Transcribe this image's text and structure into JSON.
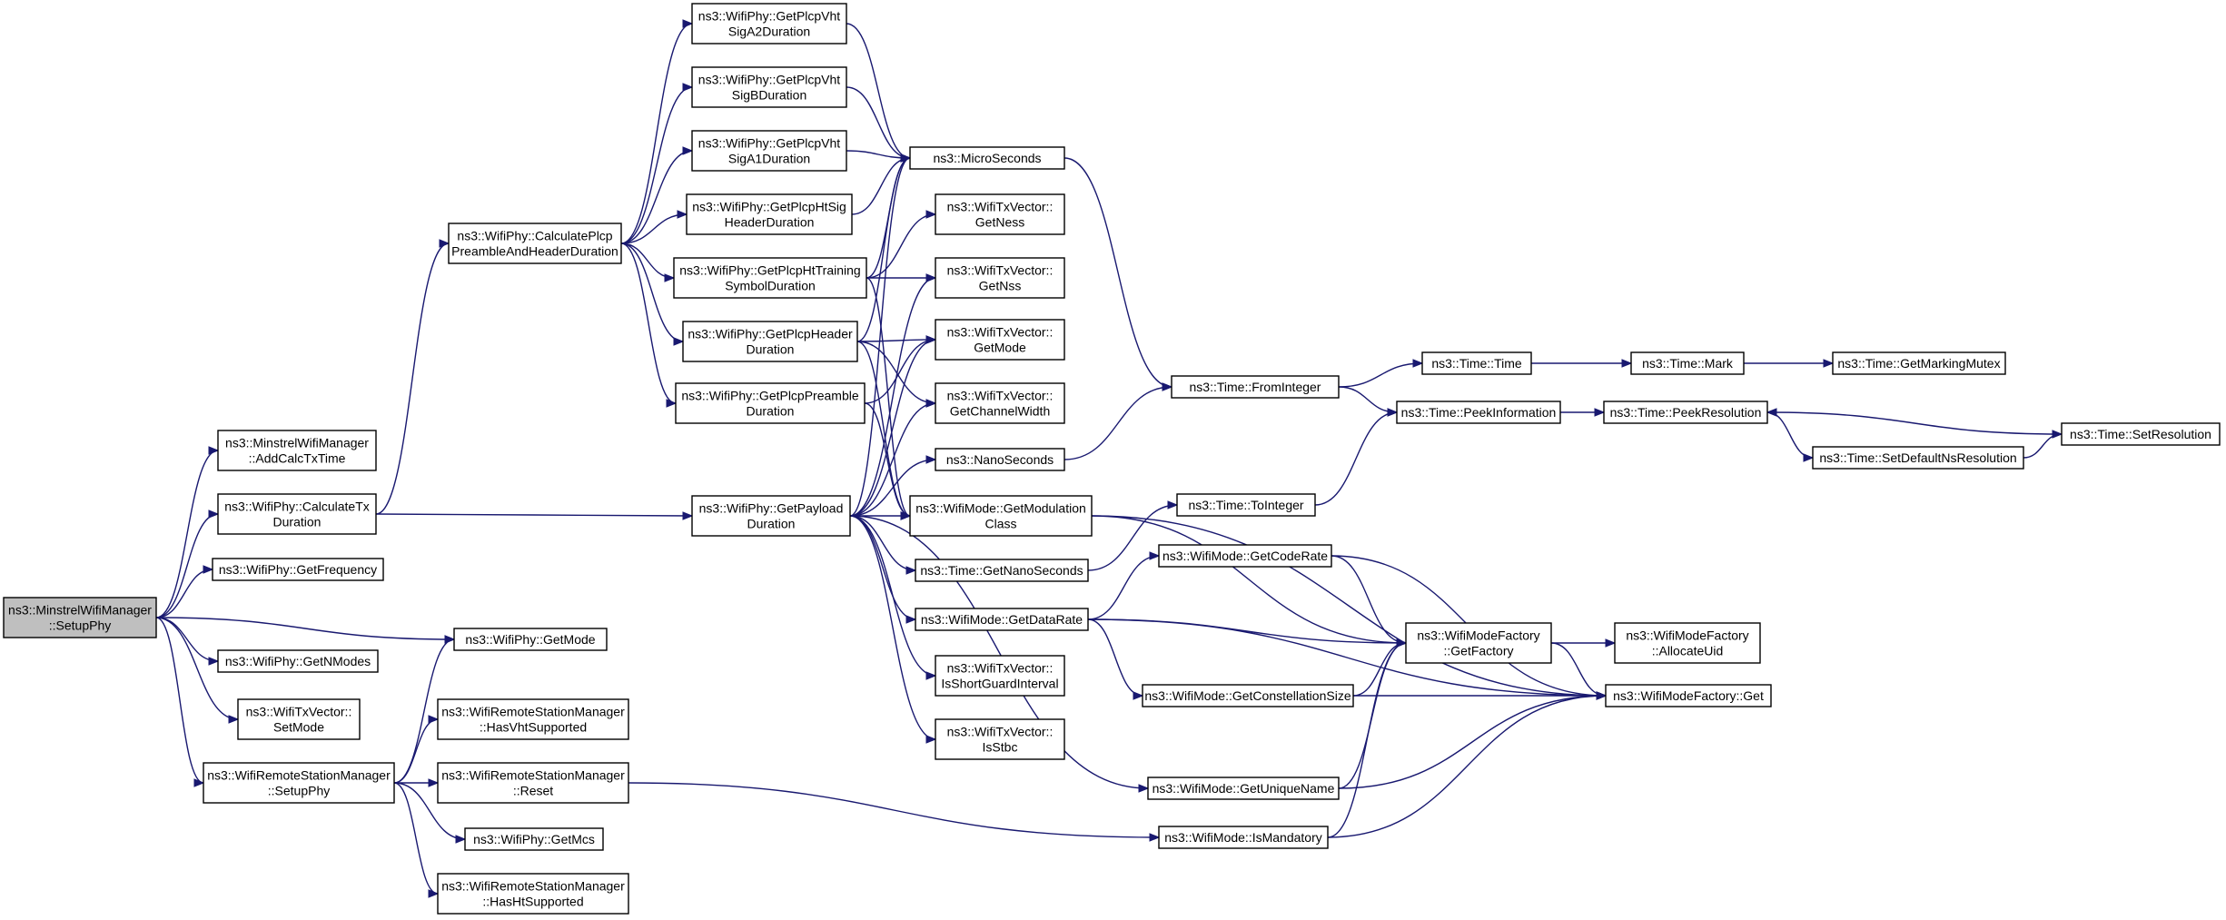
{
  "nodes": [
    {
      "id": "setupphy_minstrel",
      "lines": [
        "ns3::MinstrelWifiManager",
        "::SetupPhy"
      ],
      "root": true
    },
    {
      "id": "addcalctxtime",
      "lines": [
        "ns3::MinstrelWifiManager",
        "::AddCalcTxTime"
      ]
    },
    {
      "id": "calculatetxduration",
      "lines": [
        "ns3::WifiPhy::CalculateTx",
        "Duration"
      ]
    },
    {
      "id": "getfrequency",
      "lines": [
        "ns3::WifiPhy::GetFrequency"
      ]
    },
    {
      "id": "phy_getmode",
      "lines": [
        "ns3::WifiPhy::GetMode"
      ]
    },
    {
      "id": "getnmodes",
      "lines": [
        "ns3::WifiPhy::GetNModes"
      ]
    },
    {
      "id": "txv_setmode",
      "lines": [
        "ns3::WifiTxVector::",
        "SetMode"
      ]
    },
    {
      "id": "rsm_setupphy",
      "lines": [
        "ns3::WifiRemoteStationManager",
        "::SetupPhy"
      ]
    },
    {
      "id": "calcplcppreamble",
      "lines": [
        "ns3::WifiPhy::CalculatePlcp",
        "PreambleAndHeaderDuration"
      ]
    },
    {
      "id": "getpayloadduration",
      "lines": [
        "ns3::WifiPhy::GetPayload",
        "Duration"
      ]
    },
    {
      "id": "hasvhtsupported",
      "lines": [
        "ns3::WifiRemoteStationManager",
        "::HasVhtSupported"
      ]
    },
    {
      "id": "rsm_reset",
      "lines": [
        "ns3::WifiRemoteStationManager",
        "::Reset"
      ]
    },
    {
      "id": "getmcs",
      "lines": [
        "ns3::WifiPhy::GetMcs"
      ]
    },
    {
      "id": "hashtsupported",
      "lines": [
        "ns3::WifiRemoteStationManager",
        "::HasHtSupported"
      ]
    },
    {
      "id": "vhtsiga2",
      "lines": [
        "ns3::WifiPhy::GetPlcpVht",
        "SigA2Duration"
      ]
    },
    {
      "id": "vhtsigb",
      "lines": [
        "ns3::WifiPhy::GetPlcpVht",
        "SigBDuration"
      ]
    },
    {
      "id": "vhtsiga1",
      "lines": [
        "ns3::WifiPhy::GetPlcpVht",
        "SigA1Duration"
      ]
    },
    {
      "id": "htsig",
      "lines": [
        "ns3::WifiPhy::GetPlcpHtSig",
        "HeaderDuration"
      ]
    },
    {
      "id": "httraining",
      "lines": [
        "ns3::WifiPhy::GetPlcpHtTraining",
        "SymbolDuration"
      ]
    },
    {
      "id": "plcpheader",
      "lines": [
        "ns3::WifiPhy::GetPlcpHeader",
        "Duration"
      ]
    },
    {
      "id": "plcppreamble",
      "lines": [
        "ns3::WifiPhy::GetPlcpPreamble",
        "Duration"
      ]
    },
    {
      "id": "microseconds",
      "lines": [
        "ns3::MicroSeconds"
      ]
    },
    {
      "id": "getness",
      "lines": [
        "ns3::WifiTxVector::",
        "GetNess"
      ]
    },
    {
      "id": "getnss",
      "lines": [
        "ns3::WifiTxVector::",
        "GetNss"
      ]
    },
    {
      "id": "txv_getmode",
      "lines": [
        "ns3::WifiTxVector::",
        "GetMode"
      ]
    },
    {
      "id": "getchannelwidth",
      "lines": [
        "ns3::WifiTxVector::",
        "GetChannelWidth"
      ]
    },
    {
      "id": "nanoseconds",
      "lines": [
        "ns3::NanoSeconds"
      ]
    },
    {
      "id": "getmodulationclass",
      "lines": [
        "ns3::WifiMode::GetModulation",
        "Class"
      ]
    },
    {
      "id": "getnanoseconds",
      "lines": [
        "ns3::Time::GetNanoSeconds"
      ]
    },
    {
      "id": "getdatarate",
      "lines": [
        "ns3::WifiMode::GetDataRate"
      ]
    },
    {
      "id": "isshortguard",
      "lines": [
        "ns3::WifiTxVector::",
        "IsShortGuardInterval"
      ]
    },
    {
      "id": "isstbc",
      "lines": [
        "ns3::WifiTxVector::",
        "IsStbc"
      ]
    },
    {
      "id": "frominteger",
      "lines": [
        "ns3::Time::FromInteger"
      ]
    },
    {
      "id": "tointeger",
      "lines": [
        "ns3::Time::ToInteger"
      ]
    },
    {
      "id": "getcoderate",
      "lines": [
        "ns3::WifiMode::GetCodeRate"
      ]
    },
    {
      "id": "getconstellation",
      "lines": [
        "ns3::WifiMode::GetConstellationSize"
      ]
    },
    {
      "id": "getuniquename",
      "lines": [
        "ns3::WifiMode::GetUniqueName"
      ]
    },
    {
      "id": "ismandatory",
      "lines": [
        "ns3::WifiMode::IsMandatory"
      ]
    },
    {
      "id": "time_time",
      "lines": [
        "ns3::Time::Time"
      ]
    },
    {
      "id": "peekinformation",
      "lines": [
        "ns3::Time::PeekInformation"
      ]
    },
    {
      "id": "getfactory",
      "lines": [
        "ns3::WifiModeFactory",
        "::GetFactory"
      ]
    },
    {
      "id": "time_mark",
      "lines": [
        "ns3::Time::Mark"
      ]
    },
    {
      "id": "peekresolution",
      "lines": [
        "ns3::Time::PeekResolution"
      ]
    },
    {
      "id": "setdefaultns",
      "lines": [
        "ns3::Time::SetDefaultNsResolution"
      ]
    },
    {
      "id": "allocateuid",
      "lines": [
        "ns3::WifiModeFactory",
        "::AllocateUid"
      ]
    },
    {
      "id": "factory_get",
      "lines": [
        "ns3::WifiModeFactory::Get"
      ]
    },
    {
      "id": "getmarkingmutex",
      "lines": [
        "ns3::Time::GetMarkingMutex"
      ]
    },
    {
      "id": "setresolution",
      "lines": [
        "ns3::Time::SetResolution"
      ]
    }
  ],
  "edges": [
    [
      "setupphy_minstrel",
      "addcalctxtime"
    ],
    [
      "setupphy_minstrel",
      "calculatetxduration"
    ],
    [
      "setupphy_minstrel",
      "getfrequency"
    ],
    [
      "setupphy_minstrel",
      "phy_getmode"
    ],
    [
      "setupphy_minstrel",
      "getnmodes"
    ],
    [
      "setupphy_minstrel",
      "txv_setmode"
    ],
    [
      "setupphy_minstrel",
      "rsm_setupphy"
    ],
    [
      "calculatetxduration",
      "calcplcppreamble"
    ],
    [
      "calculatetxduration",
      "getpayloadduration"
    ],
    [
      "calcplcppreamble",
      "vhtsiga2"
    ],
    [
      "calcplcppreamble",
      "vhtsigb"
    ],
    [
      "calcplcppreamble",
      "vhtsiga1"
    ],
    [
      "calcplcppreamble",
      "htsig"
    ],
    [
      "calcplcppreamble",
      "httraining"
    ],
    [
      "calcplcppreamble",
      "plcpheader"
    ],
    [
      "calcplcppreamble",
      "plcppreamble"
    ],
    [
      "vhtsiga2",
      "microseconds"
    ],
    [
      "vhtsigb",
      "microseconds"
    ],
    [
      "vhtsiga1",
      "microseconds"
    ],
    [
      "htsig",
      "microseconds"
    ],
    [
      "httraining",
      "microseconds"
    ],
    [
      "httraining",
      "getness"
    ],
    [
      "httraining",
      "getnss"
    ],
    [
      "httraining",
      "getmodulationclass"
    ],
    [
      "plcpheader",
      "microseconds"
    ],
    [
      "plcpheader",
      "txv_getmode"
    ],
    [
      "plcpheader",
      "getchannelwidth"
    ],
    [
      "plcpheader",
      "getmodulationclass"
    ],
    [
      "plcppreamble",
      "txv_getmode"
    ],
    [
      "plcppreamble",
      "getmodulationclass"
    ],
    [
      "getpayloadduration",
      "microseconds"
    ],
    [
      "getpayloadduration",
      "getnss"
    ],
    [
      "getpayloadduration",
      "txv_getmode"
    ],
    [
      "getpayloadduration",
      "getchannelwidth"
    ],
    [
      "getpayloadduration",
      "nanoseconds"
    ],
    [
      "getpayloadduration",
      "getmodulationclass"
    ],
    [
      "getpayloadduration",
      "getnanoseconds"
    ],
    [
      "getpayloadduration",
      "getdatarate"
    ],
    [
      "getpayloadduration",
      "isshortguard"
    ],
    [
      "getpayloadduration",
      "isstbc"
    ],
    [
      "getpayloadduration",
      "getuniquename"
    ],
    [
      "rsm_setupphy",
      "phy_getmode"
    ],
    [
      "rsm_setupphy",
      "hasvhtsupported"
    ],
    [
      "rsm_setupphy",
      "rsm_reset"
    ],
    [
      "rsm_setupphy",
      "getmcs"
    ],
    [
      "rsm_setupphy",
      "hashtsupported"
    ],
    [
      "rsm_reset",
      "ismandatory"
    ],
    [
      "microseconds",
      "frominteger"
    ],
    [
      "nanoseconds",
      "frominteger"
    ],
    [
      "getmodulationclass",
      "getfactory"
    ],
    [
      "getmodulationclass",
      "factory_get"
    ],
    [
      "getnanoseconds",
      "tointeger"
    ],
    [
      "getdatarate",
      "getcoderate"
    ],
    [
      "getdatarate",
      "getconstellation"
    ],
    [
      "getdatarate",
      "getfactory"
    ],
    [
      "getdatarate",
      "factory_get"
    ],
    [
      "getcoderate",
      "getfactory"
    ],
    [
      "getcoderate",
      "factory_get"
    ],
    [
      "getconstellation",
      "getfactory"
    ],
    [
      "getconstellation",
      "factory_get"
    ],
    [
      "getuniquename",
      "getfactory"
    ],
    [
      "getuniquename",
      "factory_get"
    ],
    [
      "ismandatory",
      "getfactory"
    ],
    [
      "ismandatory",
      "factory_get"
    ],
    [
      "frominteger",
      "time_time"
    ],
    [
      "frominteger",
      "peekinformation"
    ],
    [
      "tointeger",
      "peekinformation"
    ],
    [
      "time_time",
      "time_mark"
    ],
    [
      "time_mark",
      "getmarkingmutex"
    ],
    [
      "peekinformation",
      "peekresolution"
    ],
    [
      "peekresolution",
      "setdefaultns"
    ],
    [
      "setdefaultns",
      "setresolution"
    ],
    [
      "setresolution",
      "peekresolution"
    ],
    [
      "getfactory",
      "allocateuid"
    ],
    [
      "getfactory",
      "factory_get"
    ]
  ]
}
